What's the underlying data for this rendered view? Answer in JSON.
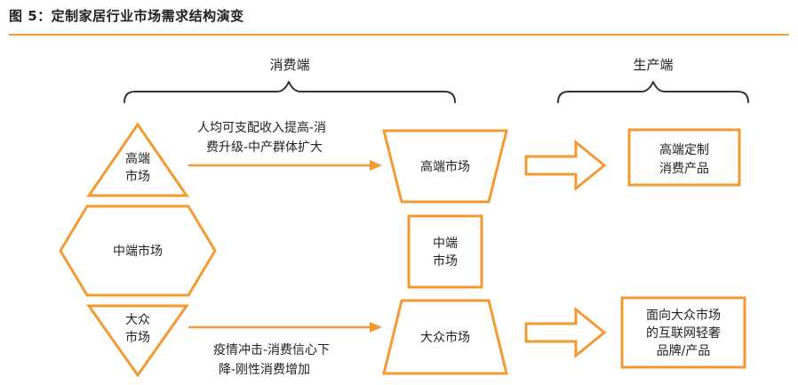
{
  "title": "图 5：定制家居行业市场需求结构演变",
  "sections": {
    "consumer": "消费端",
    "producer": "生产端"
  },
  "left_shapes": {
    "high": [
      "高端",
      "市场"
    ],
    "mid": "中端市场",
    "mass": [
      "大众",
      "市场"
    ]
  },
  "arrows": {
    "upper": [
      "人均可支配收入提高-消",
      "费升级-中产群体扩大"
    ],
    "lower": [
      "疫情冲击-消费信心下",
      "降-刚性消费增加"
    ]
  },
  "middle_shapes": {
    "high": "高端市场",
    "mid": [
      "中端",
      "市场"
    ],
    "mass": "大众市场"
  },
  "right_boxes": {
    "high": [
      "高端定制",
      "消费产品"
    ],
    "mass": [
      "面向大众市场",
      "的互联网轻奢",
      "品牌/产品"
    ]
  },
  "colors": {
    "accent": "#f39a32",
    "text": "#222222",
    "brace": "#333333"
  }
}
